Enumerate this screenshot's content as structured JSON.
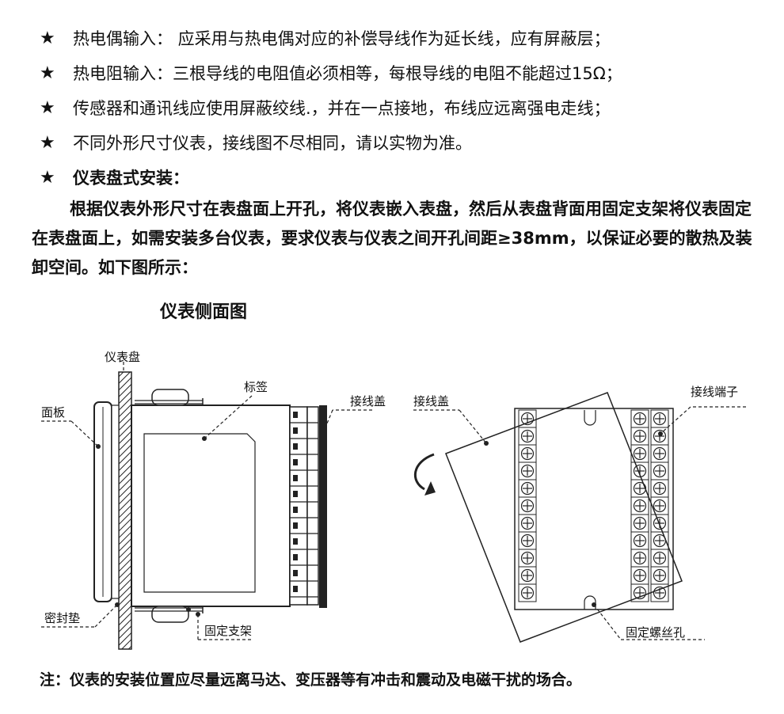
{
  "bullets": [
    {
      "star": "★",
      "text": "热电偶输入：  应采用与热电偶对应的补偿导线作为延长线，应有屏蔽层；"
    },
    {
      "star": "★",
      "text": "热电阻输入：三根导线的电阻值必须相等，每根导线的电阻不能超过15Ω；"
    },
    {
      "star": "★",
      "text": "传感器和通讯线应使用屏蔽绞线.，并在一点接地，布线应远离强电走线；"
    },
    {
      "star": "★",
      "text": "不同外形尺寸仪表，接线图不尽相同，请以实物为准。"
    },
    {
      "star": "★",
      "text": "仪表盘式安装："
    }
  ],
  "paragraph": "根据仪表外形尺寸在表盘面上开孔，将仪表嵌入表盘，然后从表盘背面用固定支架将仪表固定在表盘面上，如需安装多台仪表，要求仪表与仪表之间开孔间距≥38mm，以保证必要的散热及装卸空间。如下图所示：",
  "diagram": {
    "title": "仪表侧面图",
    "labels": {
      "panel_board": "仪表盘",
      "face_plate": "面板",
      "tag": "标签",
      "terminal_cover_side": "接线盖",
      "seal_gasket": "密封垫",
      "fixing_bracket": "固定支架",
      "terminal_cover_back": "接线盖",
      "terminals": "接线端子",
      "fixing_screw_hole": "固定螺丝孔"
    }
  },
  "note": "注：仪表的安装位置应尽量远离马达、变压器等有冲击和震动及电磁干扰的场合。"
}
